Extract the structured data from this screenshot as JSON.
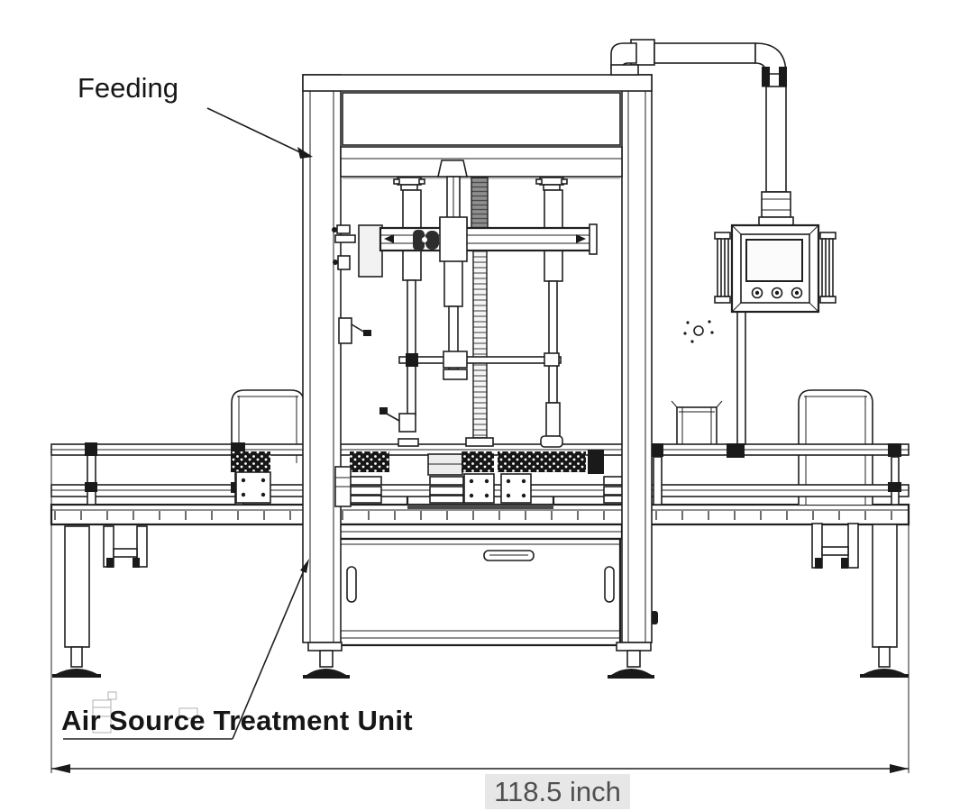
{
  "diagram": {
    "labels": {
      "feeding": "Feeding",
      "air_source": "Air Source Treatment Unit",
      "dimension": "118.5 inch"
    },
    "colors": {
      "line": "#1f1f1f",
      "background": "#ffffff",
      "dimension_bg": "#e7e7e7",
      "dimension_text": "#4f4f4f",
      "label_text": "#161616"
    }
  }
}
